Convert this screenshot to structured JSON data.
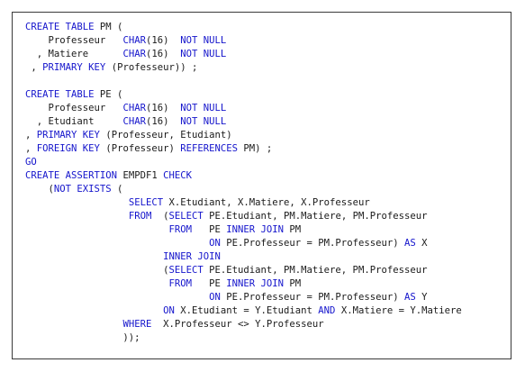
{
  "document": {
    "type": "sql-code-listing",
    "colors": {
      "keyword": "#1515cc",
      "text": "#1a1a1a",
      "border": "#3a3a3a"
    },
    "lines": [
      [
        {
          "t": "kw",
          "v": "CREATE TABLE"
        },
        {
          "t": "tx",
          "v": " PM ("
        }
      ],
      [
        {
          "t": "tx",
          "v": "    Professeur   "
        },
        {
          "t": "kw",
          "v": "CHAR"
        },
        {
          "t": "tx",
          "v": "(16)  "
        },
        {
          "t": "kw",
          "v": "NOT NULL"
        }
      ],
      [
        {
          "t": "tx",
          "v": "  , Matiere      "
        },
        {
          "t": "kw",
          "v": "CHAR"
        },
        {
          "t": "tx",
          "v": "(16)  "
        },
        {
          "t": "kw",
          "v": "NOT NULL"
        }
      ],
      [
        {
          "t": "tx",
          "v": " , "
        },
        {
          "t": "kw",
          "v": "PRIMARY KEY"
        },
        {
          "t": "tx",
          "v": " (Professeur)) ;"
        }
      ],
      [],
      [
        {
          "t": "kw",
          "v": "CREATE TABLE"
        },
        {
          "t": "tx",
          "v": " PE ("
        }
      ],
      [
        {
          "t": "tx",
          "v": "    Professeur   "
        },
        {
          "t": "kw",
          "v": "CHAR"
        },
        {
          "t": "tx",
          "v": "(16)  "
        },
        {
          "t": "kw",
          "v": "NOT NULL"
        }
      ],
      [
        {
          "t": "tx",
          "v": "  , Etudiant     "
        },
        {
          "t": "kw",
          "v": "CHAR"
        },
        {
          "t": "tx",
          "v": "(16)  "
        },
        {
          "t": "kw",
          "v": "NOT NULL"
        }
      ],
      [
        {
          "t": "tx",
          "v": ", "
        },
        {
          "t": "kw",
          "v": "PRIMARY KEY"
        },
        {
          "t": "tx",
          "v": " (Professeur, Etudiant)"
        }
      ],
      [
        {
          "t": "tx",
          "v": ", "
        },
        {
          "t": "kw",
          "v": "FOREIGN KEY"
        },
        {
          "t": "tx",
          "v": " (Professeur) "
        },
        {
          "t": "kw",
          "v": "REFERENCES"
        },
        {
          "t": "tx",
          "v": " PM) ;"
        }
      ],
      [
        {
          "t": "kw",
          "v": "GO"
        }
      ],
      [
        {
          "t": "kw",
          "v": "CREATE ASSERTION"
        },
        {
          "t": "tx",
          "v": " EMPDF1 "
        },
        {
          "t": "kw",
          "v": "CHECK"
        }
      ],
      [
        {
          "t": "tx",
          "v": "    ("
        },
        {
          "t": "kw",
          "v": "NOT EXISTS"
        },
        {
          "t": "tx",
          "v": " ("
        }
      ],
      [
        {
          "t": "tx",
          "v": "                  "
        },
        {
          "t": "kw",
          "v": "SELECT"
        },
        {
          "t": "tx",
          "v": " X.Etudiant, X.Matiere, X.Professeur"
        }
      ],
      [
        {
          "t": "tx",
          "v": "                  "
        },
        {
          "t": "kw",
          "v": "FROM"
        },
        {
          "t": "tx",
          "v": "  ("
        },
        {
          "t": "kw",
          "v": "SELECT"
        },
        {
          "t": "tx",
          "v": " PE.Etudiant, PM.Matiere, PM.Professeur"
        }
      ],
      [
        {
          "t": "tx",
          "v": "                         "
        },
        {
          "t": "kw",
          "v": "FROM"
        },
        {
          "t": "tx",
          "v": "   PE "
        },
        {
          "t": "kw",
          "v": "INNER JOIN"
        },
        {
          "t": "tx",
          "v": " PM"
        }
      ],
      [
        {
          "t": "tx",
          "v": "                                "
        },
        {
          "t": "kw",
          "v": "ON"
        },
        {
          "t": "tx",
          "v": " PE.Professeur = PM.Professeur) "
        },
        {
          "t": "kw",
          "v": "AS"
        },
        {
          "t": "tx",
          "v": " X"
        }
      ],
      [
        {
          "t": "tx",
          "v": "                        "
        },
        {
          "t": "kw",
          "v": "INNER JOIN"
        }
      ],
      [
        {
          "t": "tx",
          "v": "                        ("
        },
        {
          "t": "kw",
          "v": "SELECT"
        },
        {
          "t": "tx",
          "v": " PE.Etudiant, PM.Matiere, PM.Professeur"
        }
      ],
      [
        {
          "t": "tx",
          "v": "                         "
        },
        {
          "t": "kw",
          "v": "FROM"
        },
        {
          "t": "tx",
          "v": "   PE "
        },
        {
          "t": "kw",
          "v": "INNER JOIN"
        },
        {
          "t": "tx",
          "v": " PM"
        }
      ],
      [
        {
          "t": "tx",
          "v": "                                "
        },
        {
          "t": "kw",
          "v": "ON"
        },
        {
          "t": "tx",
          "v": " PE.Professeur = PM.Professeur) "
        },
        {
          "t": "kw",
          "v": "AS"
        },
        {
          "t": "tx",
          "v": " Y"
        }
      ],
      [
        {
          "t": "tx",
          "v": "                        "
        },
        {
          "t": "kw",
          "v": "ON"
        },
        {
          "t": "tx",
          "v": " X.Etudiant = Y.Etudiant "
        },
        {
          "t": "kw",
          "v": "AND"
        },
        {
          "t": "tx",
          "v": " X.Matiere = Y.Matiere"
        }
      ],
      [
        {
          "t": "tx",
          "v": "                 "
        },
        {
          "t": "kw",
          "v": "WHERE"
        },
        {
          "t": "tx",
          "v": "  X.Professeur <> Y.Professeur"
        }
      ],
      [
        {
          "t": "tx",
          "v": "                 ));"
        }
      ]
    ]
  }
}
